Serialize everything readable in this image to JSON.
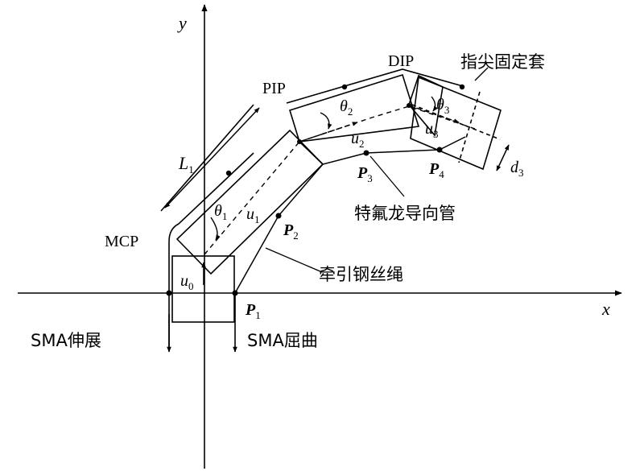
{
  "axes": {
    "x": "x",
    "y": "y"
  },
  "joints": {
    "mcp": "MCP",
    "pip": "PIP",
    "dip": "DIP"
  },
  "callouts": {
    "fingertip_sleeve": "指尖固定套",
    "teflon_tube": "特氟龙导向管",
    "tendon_wire": "牵引钢丝绳"
  },
  "actuators": {
    "extend": "SMA伸展",
    "flex": "SMA屈曲"
  },
  "symbols": {
    "L": "L",
    "L_sub": "1",
    "theta": "θ",
    "u": "u",
    "d": "d",
    "d_sub": "3",
    "P": "P",
    "sub0": "0",
    "sub1": "1",
    "sub2": "2",
    "sub3": "3",
    "sub4": "4"
  }
}
